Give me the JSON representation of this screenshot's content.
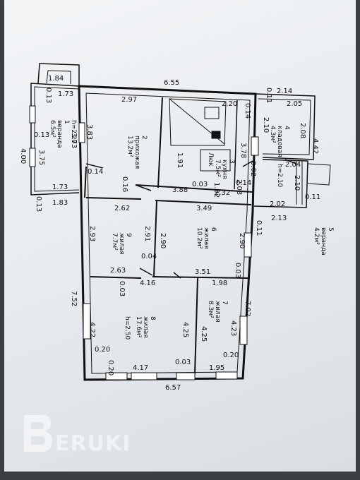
{
  "plan": {
    "top_dims": [
      "6.55",
      "2.97",
      "2.20"
    ],
    "left_dims": [
      "4.00",
      "7.52"
    ],
    "bottom_dims": [
      "6.57",
      "4.17",
      "1.95"
    ],
    "right_dims": [
      "7.02",
      "4.42"
    ],
    "pantry_dims": [
      "0.11",
      "2.14",
      "2.05",
      "2.08",
      "2.10",
      "2.04"
    ],
    "misc_dims": [
      "1.84",
      "1.73",
      "0.13",
      "0.13",
      "3.75",
      "1.73",
      "1.83",
      "0.13",
      "3.83",
      "3.73",
      "0.14",
      "0.16",
      "3.78",
      "0.14",
      "1.91",
      "0.02",
      "0.14",
      "0.03",
      "1.92",
      "2.32",
      "2.08",
      "3.88",
      "2.62",
      "3.49",
      "2.10",
      "0.11",
      "2.02",
      "2.13",
      "0.11",
      "2.93",
      "2.91",
      "2.90",
      "2.90",
      "0.04",
      "0.03",
      "2.63",
      "4.16",
      "3.51",
      "0.03",
      "1.98",
      "4.22",
      "4.25",
      "4.25",
      "4.23",
      "0.20",
      "0.20",
      "0.20",
      "0.03"
    ],
    "rooms": [
      {
        "lines": [
          "1",
          "веранда",
          "6.5м²",
          "h=2.20"
        ]
      },
      {
        "lines": [
          "2",
          "прихожая",
          "13.2м²"
        ]
      },
      {
        "lines": [
          "3",
          "кухня",
          "7.5м²"
        ]
      },
      {
        "lines": [
          "4",
          "кладовая",
          "4.3м²",
          "h=2.10"
        ]
      },
      {
        "lines": [
          "5",
          "веранда",
          "4.2м²"
        ]
      },
      {
        "lines": [
          "6",
          "жилая",
          "10.2м²"
        ]
      },
      {
        "lines": [
          "7",
          "жилая",
          "8.3м²"
        ]
      },
      {
        "lines": [
          "8",
          "жилая",
          "17.6м²",
          "h=2.50"
        ]
      },
      {
        "lines": [
          "9",
          "жилая",
          "7.7м²"
        ]
      }
    ],
    "hatch_label": "Люк"
  },
  "watermark": {
    "text": "ERUKI"
  }
}
